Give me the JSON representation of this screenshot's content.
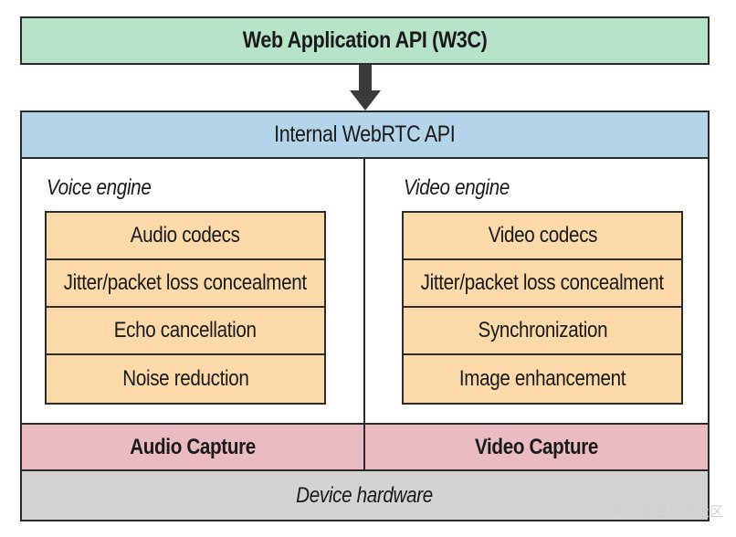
{
  "web_api": "Web Application API (W3C)",
  "internal_api": "Internal WebRTC API",
  "voice_engine": {
    "title": "Voice engine",
    "items": [
      "Audio codecs",
      "Jitter/packet loss concealment",
      "Echo cancellation",
      "Noise reduction"
    ]
  },
  "video_engine": {
    "title": "Video engine",
    "items": [
      "Video codecs",
      "Jitter/packet loss concealment",
      "Synchronization",
      "Image enhancement"
    ]
  },
  "audio_capture": "Audio Capture",
  "video_capture": "Video Capture",
  "device_hardware": "Device hardware",
  "watermark": "@稀土掘金技术社区",
  "colors": {
    "web_api": "#b7e3c8",
    "internal_api": "#b4d4ea",
    "engine_items": "#fcd9a9",
    "capture": "#eabcc2",
    "hardware": "#d3d3d3",
    "arrow": "#3a3a3a"
  }
}
